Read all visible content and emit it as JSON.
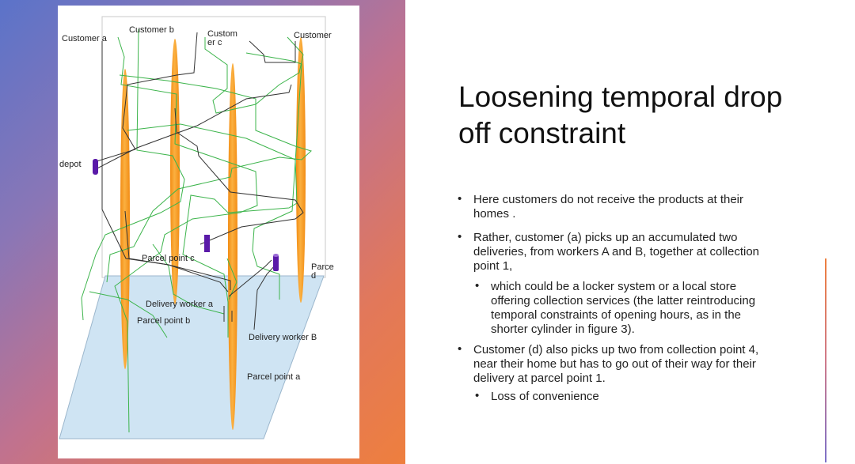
{
  "slide": {
    "title": "Loosening temporal drop off constraint",
    "bullets": [
      {
        "level": 1,
        "text": "Here customers do not receive the products at their homes ."
      },
      {
        "level": 1,
        "text": "Rather, customer (a) picks up an accumulated two deliveries, from workers A and B, together at  collection point 1,"
      },
      {
        "level": 2,
        "text": "which could be a locker system or a local store offering collection services (the latter reintroducing temporal constraints of opening hours, as in the shorter cylinder in figure 3)."
      },
      {
        "level": 1,
        "text": "Customer (d) also picks up two from collection point 4, near their home but has to go out of their way for their delivery at parcel point 1."
      },
      {
        "level": 2,
        "text": "Loss of convenience"
      }
    ],
    "bullet_glyph": "•"
  },
  "figure": {
    "labels": {
      "customer_a": "Customer a",
      "customer_b": "Customer b",
      "customer_c": "Custom er c",
      "customer_d": "Customer",
      "depot": "depot",
      "parcel_point_c": "Parcel point c",
      "parcel_point_d": "Parce d",
      "delivery_worker_a": "Delivery worker a",
      "parcel_point_b": "Parcel point b",
      "delivery_worker_b": "Delivery worker B",
      "parcel_point_a": "Parcel point a"
    }
  },
  "colors": {
    "gradient": [
      "#5b73c9",
      "#c0728f",
      "#ee7f3e"
    ],
    "cylinder_orange": "#f7961e",
    "route_green": "#3cb44b",
    "route_black": "#333333",
    "parcel_marker_purple": "#5a1aa8",
    "ground_plane": "#cfe4f3"
  }
}
